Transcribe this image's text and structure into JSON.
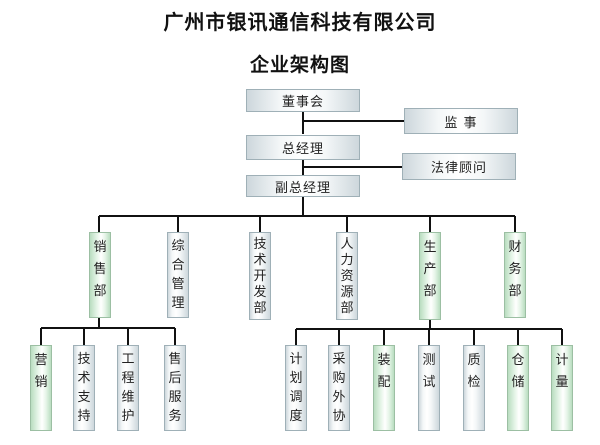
{
  "title": {
    "main": "广州市银讯通信科技有限公司",
    "sub": "企业架构图"
  },
  "nodes": {
    "board": "董事会",
    "supervisor": "监 事",
    "gm": "总经理",
    "legal": "法律顾问",
    "vgm": "副总经理",
    "departments": [
      "销售部",
      "综合管理",
      "技术开发部",
      "人力资源部",
      "生产部",
      "财务部"
    ],
    "sales_units": [
      "营销",
      "技术支持",
      "工程维护",
      "售后服务"
    ],
    "production_units": [
      "计划调度",
      "采购外协",
      "装配",
      "测试",
      "质检",
      "仓储",
      "计量"
    ]
  }
}
